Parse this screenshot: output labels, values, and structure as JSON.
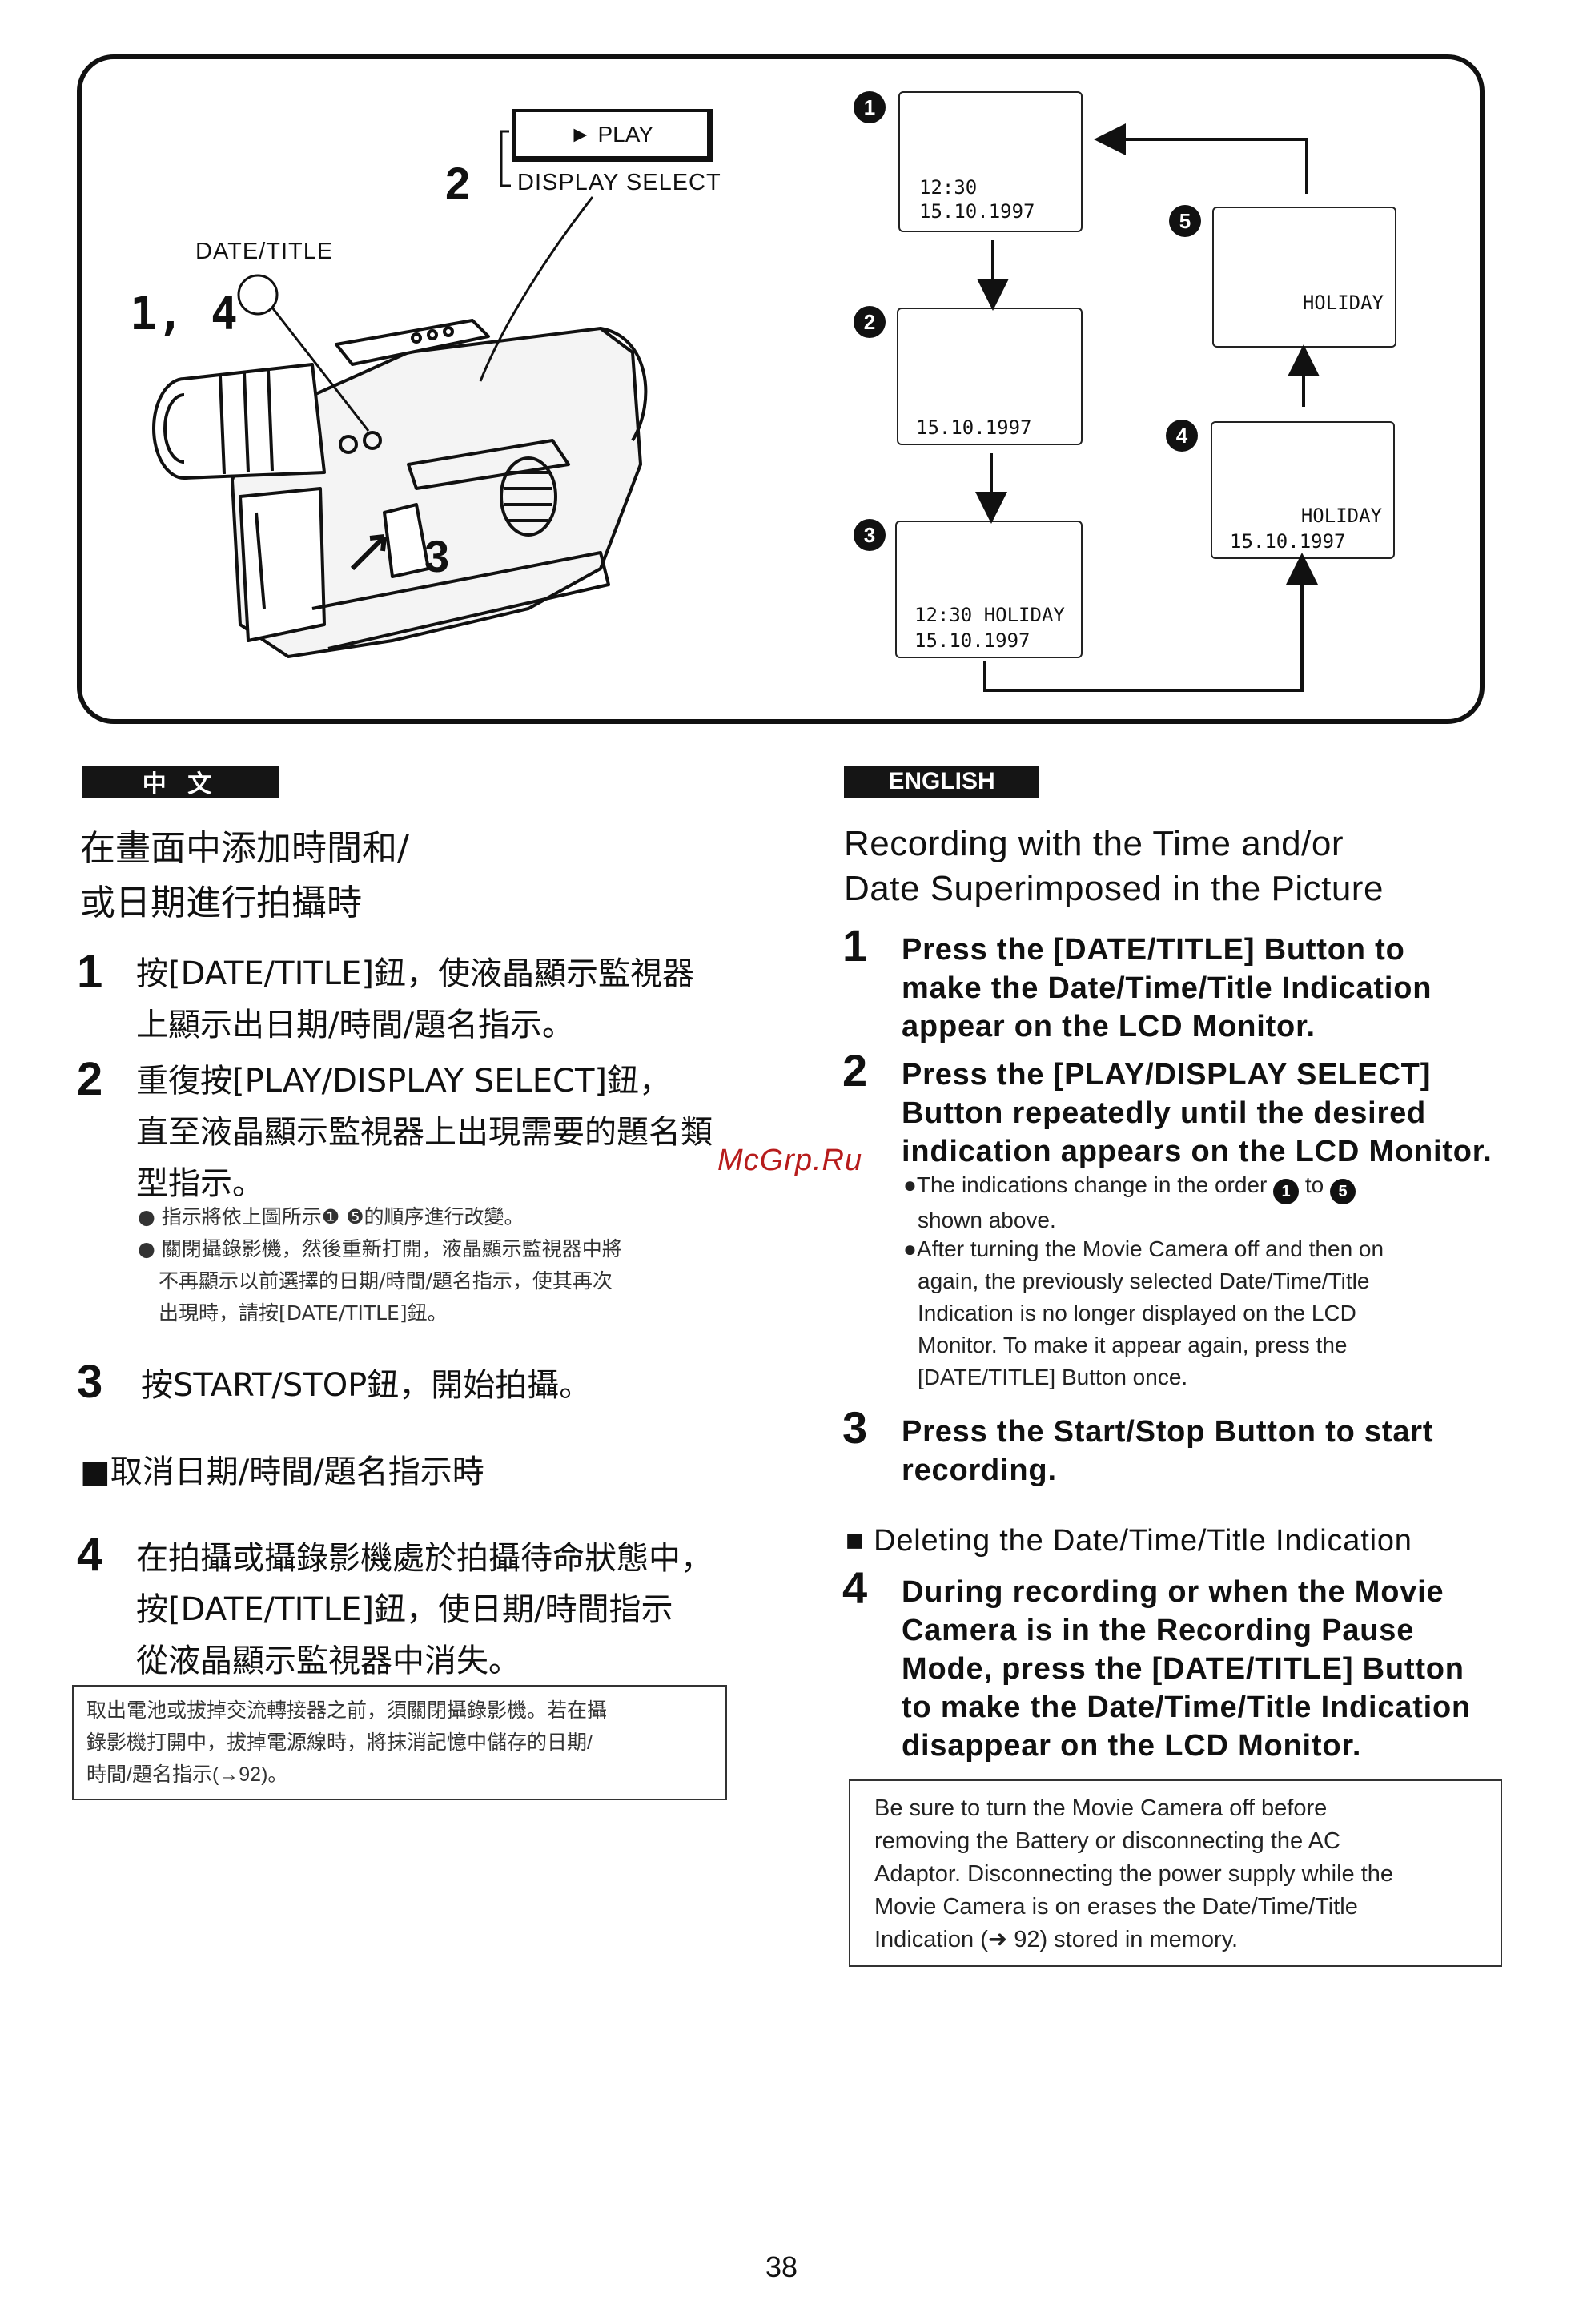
{
  "diagram": {
    "play_label": "► PLAY",
    "display_select_label": "DISPLAY SELECT",
    "step_2": "2",
    "date_title_label": "DATE/TITLE",
    "step_1_4": "1, 4",
    "step_3": "3",
    "screens": [
      {
        "num": "1",
        "line1": "12:30",
        "line2": "15.10.1997"
      },
      {
        "num": "2",
        "line1": "",
        "line2": "15.10.1997"
      },
      {
        "num": "3",
        "line1": "12:30  HOLIDAY",
        "line2": "15.10.1997"
      },
      {
        "num": "4",
        "line1": "HOLIDAY",
        "line2": "15.10.1997"
      },
      {
        "num": "5",
        "line1": "HOLIDAY",
        "line2": ""
      }
    ]
  },
  "chinese": {
    "badge": "中 文",
    "title_line1": "在畫面中添加時間和/",
    "title_line2": "或日期進行拍攝時",
    "steps": [
      {
        "num": "1",
        "lines": [
          "按[DATE/TITLE]鈕，使液晶顯示監視器",
          "上顯示出日期/時間/題名指示。"
        ]
      },
      {
        "num": "2",
        "lines": [
          "重復按[PLAY/DISPLAY  SELECT]鈕，",
          "直至液晶顯示監視器上出現需要的題名類",
          "型指示。"
        ]
      },
      {
        "num": "3",
        "lines": [
          "按START/STOP鈕，開始拍攝。"
        ]
      },
      {
        "num": "4",
        "lines": [
          "在拍攝或攝錄影機處於拍攝待命狀態中，",
          "按[DATE/TITLE]鈕，使日期/時間指示",
          "從液晶顯示監視器中消失。"
        ]
      }
    ],
    "bullet1": "● 指示將依上圖所示❶ ❺的順序進行改變。",
    "bullet2_lines": [
      "● 關閉攝錄影機，然後重新打開，液晶顯示監視器中將",
      "不再顯示以前選擇的日期/時間/題名指示，使其再次",
      "出現時，請按[DATE/TITLE]鈕。"
    ],
    "delete_heading": "■取消日期/時間/題名指示時",
    "note_lines": [
      "取出電池或拔掉交流轉接器之前，須關閉攝錄影機。若在攝",
      "錄影機打開中，拔掉電源線時，將抹消記憶中儲存的日期/",
      "時間/題名指示(→92)。"
    ]
  },
  "english": {
    "badge": "ENGLISH",
    "title_line1": "Recording with the Time and/or",
    "title_line2": "Date Superimposed in the Picture",
    "steps": [
      {
        "num": "1",
        "lines": [
          "Press the [DATE/TITLE] Button to",
          "make the Date/Time/Title Indication",
          "appear on the LCD Monitor."
        ]
      },
      {
        "num": "2",
        "lines": [
          "Press the [PLAY/DISPLAY SELECT]",
          "Button repeatedly until the desired",
          "indication appears on the LCD Monitor."
        ]
      },
      {
        "num": "3",
        "lines": [
          "Press the Start/Stop Button to start",
          "recording."
        ]
      },
      {
        "num": "4",
        "lines": [
          "During recording or when the Movie",
          "Camera is in the Recording Pause",
          "Mode, press the [DATE/TITLE] Button",
          "to make the Date/Time/Title Indication",
          "disappear on the LCD Monitor."
        ]
      }
    ],
    "bullet1_pre": "●The indications change in the order",
    "bullet1_to": "to",
    "bullet1_cont": "shown above.",
    "bullet2_lines": [
      "●After turning the Movie Camera off and then on",
      "again, the previously selected Date/Time/Title",
      "Indication is no longer displayed on the LCD",
      "Monitor. To make it appear again, press the",
      "[DATE/TITLE] Button once."
    ],
    "delete_heading": "■  Deleting the Date/Time/Title Indication",
    "note_lines": [
      "Be sure to turn the Movie Camera off before",
      "removing the Battery or disconnecting the AC",
      "Adaptor. Disconnecting the power supply while the",
      "Movie Camera is on erases the Date/Time/Title",
      "Indication (➜ 92) stored in memory."
    ]
  },
  "watermark": "McGrp.Ru",
  "page_number": "38"
}
